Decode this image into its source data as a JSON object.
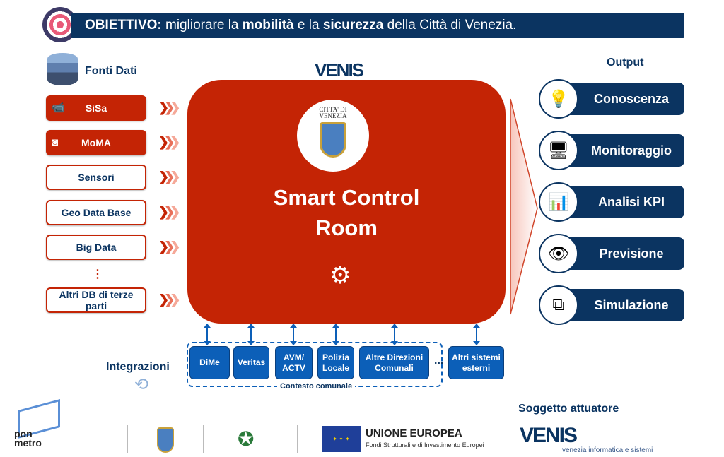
{
  "banner": {
    "prefix": "OBIETTIVO:",
    "t1": " migliorare la ",
    "b1": "mobilità",
    "t2": " e la ",
    "b2": "sicurezza",
    "t3": " della Città di Venezia."
  },
  "sources": {
    "title": "Fonti Dati",
    "items": [
      {
        "label": "SiSa",
        "icon": "camera-icon"
      },
      {
        "label": "MoMA",
        "icon": "dome-camera-icon"
      },
      {
        "label": "Sensori"
      },
      {
        "label": "Geo Data Base"
      },
      {
        "label": "Big Data"
      },
      {
        "label": "Altri DB di terze parti"
      }
    ],
    "more": "⋮"
  },
  "core": {
    "brand": "VENIS",
    "seal_text": "CITTA' DI VENEZIA",
    "title1": "Smart Control",
    "title2": "Room"
  },
  "output": {
    "title": "Output",
    "items": [
      {
        "label": "Conoscenza",
        "icon": "lightbulb-book-icon"
      },
      {
        "label": "Monitoraggio",
        "icon": "monitor-icon"
      },
      {
        "label": "Analisi KPI",
        "icon": "report-icon"
      },
      {
        "label": "Previsione",
        "icon": "eye-icon"
      },
      {
        "label": "Simulazione",
        "icon": "flowchart-icon"
      }
    ]
  },
  "integrations": {
    "title": "Integrazioni",
    "context": "Contesto comunale",
    "items": [
      "DiMe",
      "Veritas",
      "AVM/ ACTV",
      "Polizia Locale",
      "Altre Direzioni Comunali"
    ],
    "more": "...",
    "external": "Altri sistemi esterni"
  },
  "footer": {
    "pon1": "pon",
    "pon2": "metro",
    "eu_title": "UNIONE EUROPEA",
    "eu_sub": "Fondi Strutturali e di Investimento Europei",
    "actuator": "Soggetto attuatore",
    "venis": "VENIS",
    "venis_sub": "venezia informatica e sistemi"
  }
}
